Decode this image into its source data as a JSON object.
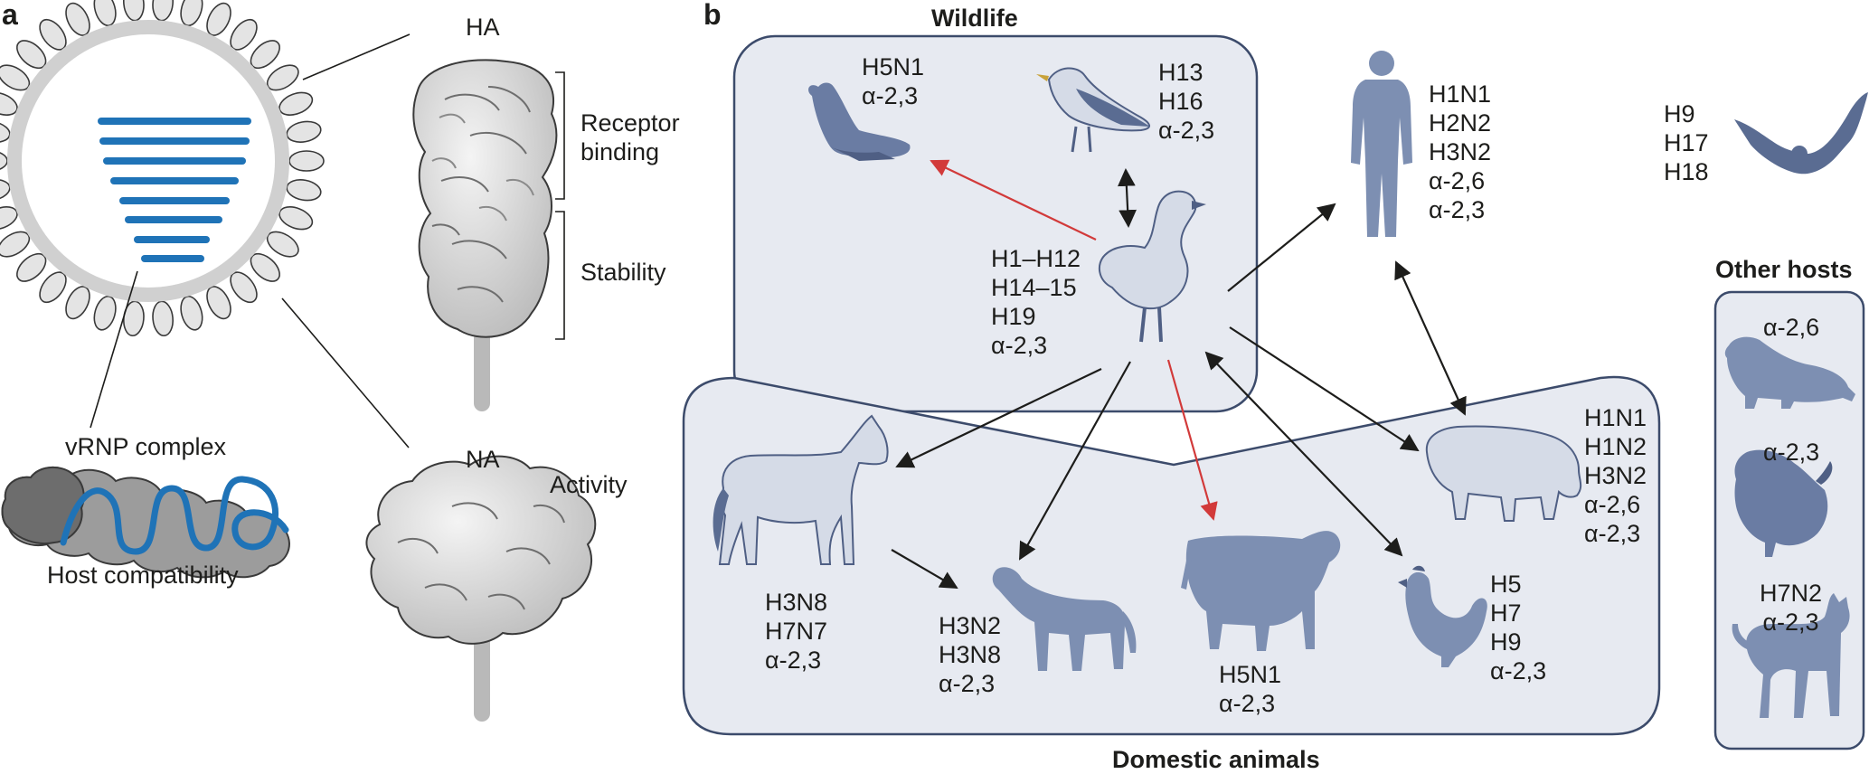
{
  "panels": {
    "a": {
      "label": "a",
      "ha": "HA",
      "receptor_binding": [
        "Receptor",
        "binding"
      ],
      "stability": "Stability",
      "na": "NA",
      "activity": "Activity",
      "vrnp": "vRNP complex",
      "host_compat": "Host compatibility"
    },
    "b": {
      "label": "b",
      "wildlife_title": "Wildlife",
      "domestic_title": "Domestic animals",
      "other_title": "Other hosts",
      "hosts": {
        "seal": [
          "H5N1",
          "α-2,3"
        ],
        "gull": [
          "H13",
          "H16",
          "α-2,3"
        ],
        "duck": [
          "H1–H12",
          "H14–15",
          "H19",
          "α-2,3"
        ],
        "human": [
          "H1N1",
          "H2N2",
          "H3N2",
          "α-2,6",
          "α-2,3"
        ],
        "bat": [
          "H9",
          "H17",
          "H18"
        ],
        "horse": [
          "H3N8",
          "H7N7",
          "α-2,3"
        ],
        "dog": [
          "H3N2",
          "H3N8",
          "α-2,3"
        ],
        "cow": [
          "H5N1",
          "α-2,3"
        ],
        "chicken": [
          "H5",
          "H7",
          "H9",
          "α-2,3"
        ],
        "pig": [
          "H1N1",
          "H1N2",
          "H3N2",
          "α-2,6",
          "α-2,3"
        ],
        "ferret": [
          "α-2,6"
        ],
        "turkey": [
          "α-2,3"
        ],
        "cat": [
          "H7N2",
          "α-2,3"
        ]
      }
    }
  },
  "colors": {
    "region_fill": "#e7eaf1",
    "region_stroke": "#3c4b6b",
    "animal": "#7d8fb2",
    "animal_dark": "#5a6c92",
    "protein": "#d9d9d9",
    "protein_stroke": "#3a3a3a",
    "rna": "#1f73b7",
    "red_arrow": "#d23a3a",
    "arrow": "#1d1d1b"
  }
}
